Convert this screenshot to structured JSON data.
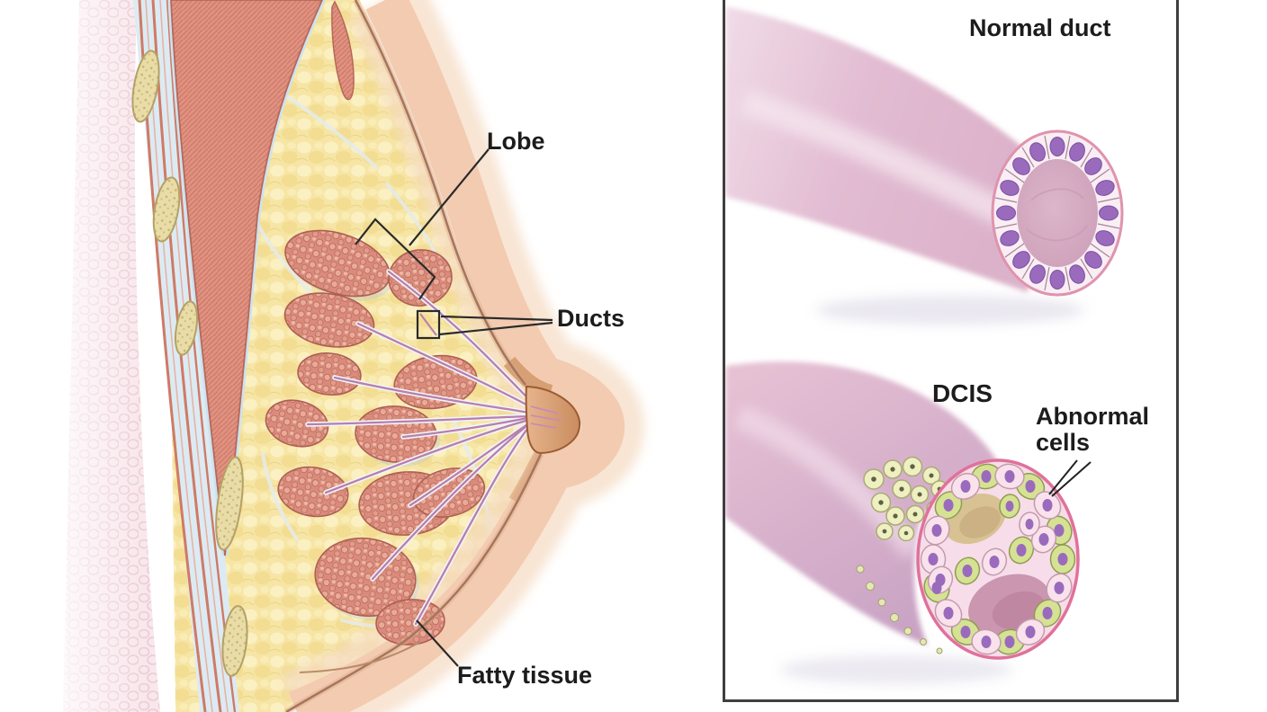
{
  "illustration": {
    "left": {
      "labels": {
        "lobe": "Lobe",
        "ducts": "Ducts",
        "fatty_tissue": "Fatty tissue"
      }
    },
    "right": {
      "labels": {
        "normal_duct": "Normal duct",
        "dcis": "DCIS",
        "abnormal_cells": "Abnormal cells"
      }
    },
    "colors": {
      "fat_yellow": "#f6e5a4",
      "lobe_pink": "#d98c7c",
      "skin_band": "#f2cbb0",
      "skin_line": "#a5755c",
      "muscle_salmon": "#e29181",
      "rib_tan": "#e9dca6",
      "fascia_blue": "#dcebf3",
      "subcutis_mesh": "#f8e7ec",
      "duct_line": "#b87fae",
      "duct_tube_pink": "#e6c6d6",
      "ring_outline": "#df93ad",
      "lumen_pink": "#d6aec3",
      "nucleus_purple": "#9a6bbc",
      "abnormal_cell_green": "#d6e293",
      "abnormal_cell_pink": "#f9e2ec",
      "dcis_rim": "#e0719a",
      "label_text": "#1c1c1c",
      "panel_border": "#3f3f3f"
    }
  }
}
